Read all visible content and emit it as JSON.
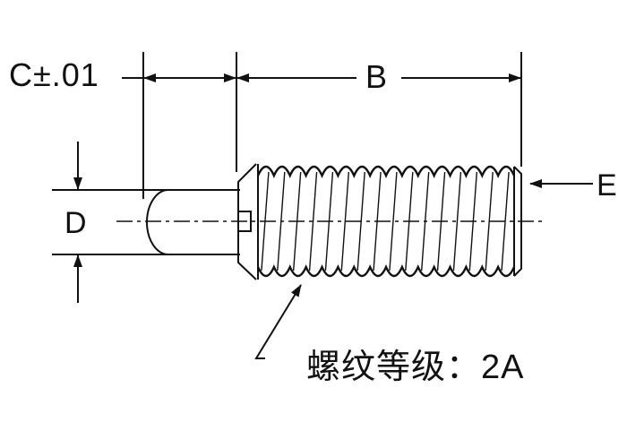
{
  "labels": {
    "c": "C±.01",
    "b": "B",
    "d": "D",
    "e": "E"
  },
  "note": {
    "prefix": "螺纹等级：",
    "grade": "2A"
  },
  "thread": {
    "crest_count": 16
  },
  "colors": {
    "line": "#111111",
    "background": "#ffffff"
  }
}
